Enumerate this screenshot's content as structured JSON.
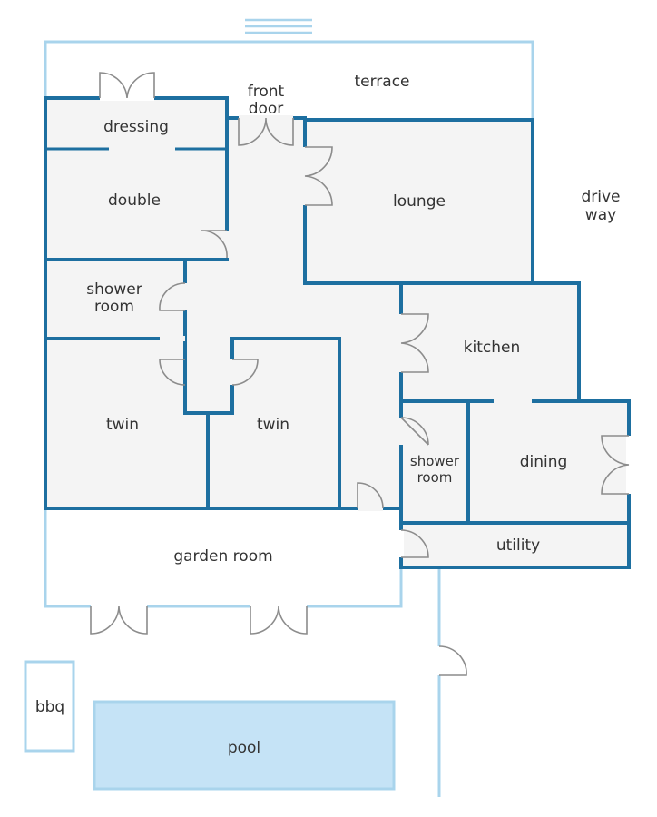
{
  "labels": {
    "terrace": "terrace",
    "front_door_1": "front",
    "front_door_2": "door",
    "dressing": "dressing",
    "double": "double",
    "lounge": "lounge",
    "drive_way_1": "drive",
    "drive_way_2": "way",
    "shower_room_1_a": "shower",
    "shower_room_1_b": "room",
    "kitchen": "kitchen",
    "twin_1": "twin",
    "twin_2": "twin",
    "shower_room_2_a": "shower",
    "shower_room_2_b": "room",
    "dining": "dining",
    "utility": "utility",
    "garden_room": "garden room",
    "bbq": "bbq",
    "pool": "pool"
  },
  "colors": {
    "wall": "#1d6fa0",
    "exterior": "#a9d4ec",
    "floor": "#f4f4f4",
    "pool": "#c5e3f6",
    "door": "#8c8c8c"
  }
}
